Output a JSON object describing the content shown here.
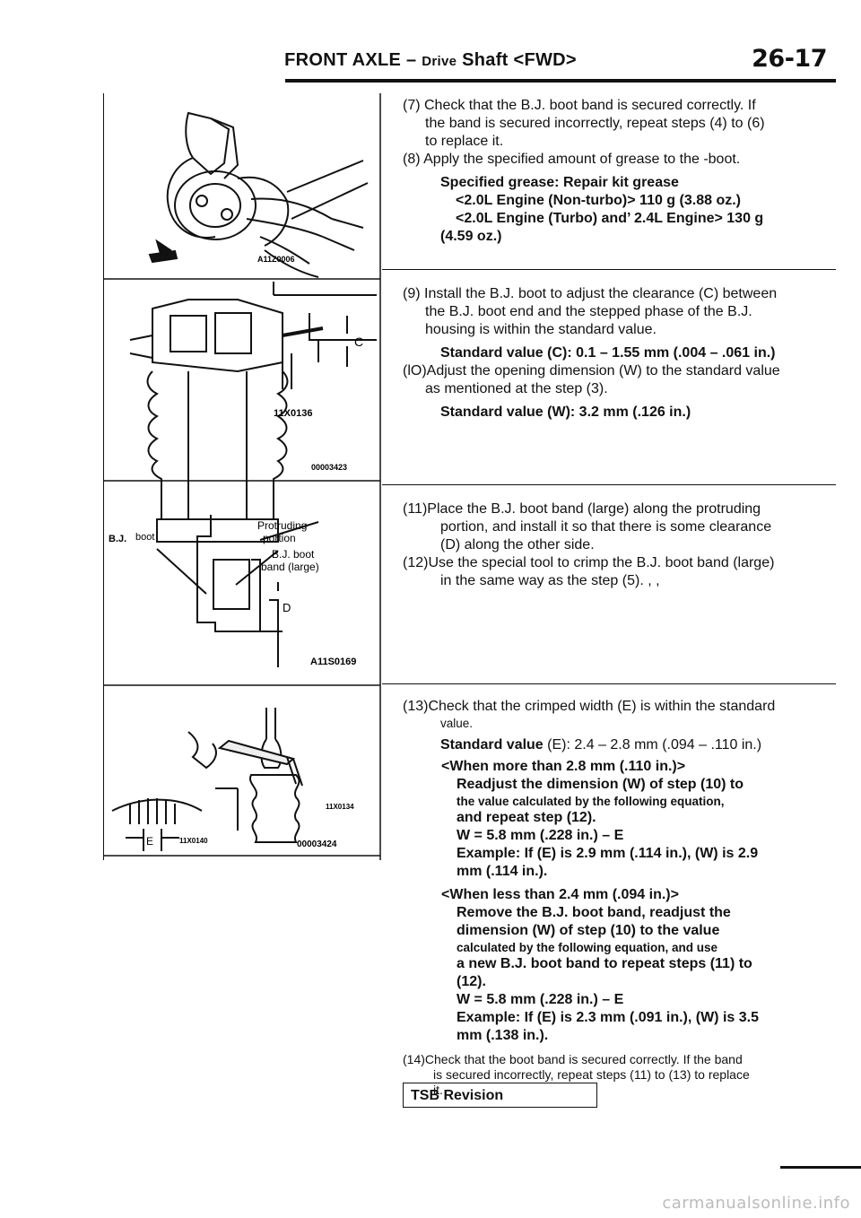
{
  "header": {
    "title_main": "FRONT AXLE –",
    "title_drive": "Drive",
    "title_shaft": "Shaft <FWD>",
    "page_number": "26-17"
  },
  "figures": {
    "fig1_code": "A11Z0006",
    "fig2_code_a": "11X0136",
    "fig2_code_b": "00003423",
    "fig2_label_c": "C",
    "fig3_bj": "B.J.",
    "fig3_boot": "boot",
    "fig3_protruding": "Protruding",
    "fig3_portion": "portion",
    "fig3_bjboot": "B.J. boot",
    "fig3_band": "band (large)",
    "fig3_d": "D",
    "fig3_code": "A11S0169",
    "fig4_code_a": "11X0134",
    "fig4_code_b": "11X0140",
    "fig4_code_c": "00003424",
    "fig4_e": "E"
  },
  "steps": {
    "s7a": "(7) Check that the B.J. boot band is secured correctly. If",
    "s7b": "the band is secured incorrectly, repeat steps (4) to (6)",
    "s7c": "to replace it.",
    "s8": "(8) Apply the specified amount of grease to the -boot.",
    "s8_spec": "Specified grease: Repair kit grease",
    "s8_l1": "<2.0L Engine (Non-turbo)> 110 g (3.88 oz.)",
    "s8_l2": "<2.0L Engine (Turbo) and’ 2.4L Engine> 130 g",
    "s8_l3": "(4.59 oz.)",
    "s9a": "(9) Install the B.J. boot to adjust the clearance (C) between",
    "s9b": "the B.J. boot end and the stepped phase of the B.J.",
    "s9c": "housing is within the standard value.",
    "s9_std": "Standard value (C): 0.1 – 1.55 mm (.004 – .061 in.)",
    "s10a": "(lO)Adjust the opening dimension (W) to the standard value",
    "s10b": "as mentioned at the step (3).",
    "s10_std": "Standard value (W): 3.2 mm (.126 in.)",
    "s11a": "(11)Place the B.J. boot band (large) along the protruding",
    "s11b": "portion, and install it so that there is some clearance",
    "s11c": "(D) along the other side.",
    "s12a": "(12)Use the special tool to crimp the B.J. boot band (large)",
    "s12b": "in the same way as the step (5). , ,",
    "s13a": "(13)Check that the crimped width (E) is within the standard",
    "s13b": "value.",
    "s13_std_label": "Standard value",
    "s13_std_val": "(E): 2.4 – 2.8 mm (.094 – .110 in.)",
    "more_head": "<When more than 2.8 mm (.110 in.)>",
    "more_1": "Readjust the dimension (W) of step (10) to",
    "more_2": "the value calculated by the following equation,",
    "more_3": "and repeat step (12).",
    "more_4": "W = 5.8 mm (.228 in.) – E",
    "more_5": "Example: If (E) is 2.9 mm (.114 in.), (W) is 2.9",
    "more_6": "mm (.114 in.).",
    "less_head": "<When less than 2.4 mm (.094 in.)>",
    "less_1": "Remove the B.J. boot band, readjust the",
    "less_2": "dimension (W) of step (10) to the value",
    "less_3": "calculated by the following equation, and use",
    "less_4": "a new B.J. boot band to repeat steps (11) to",
    "less_5": "(12).",
    "less_6": "W = 5.8 mm (.228 in.) – E",
    "less_7": "Example: If (E) is 2.3 mm (.091 in.), (W) is 3.5",
    "less_8": "mm (.138 in.).",
    "s14a": "(14)Check that the boot band is secured correctly. If the band",
    "s14b": "is secured incorrectly, repeat steps (11) to (13) to replace",
    "s14c": "it."
  },
  "footer": {
    "tsb": "TSB Revision",
    "watermark": "carmanualsonline.info"
  }
}
